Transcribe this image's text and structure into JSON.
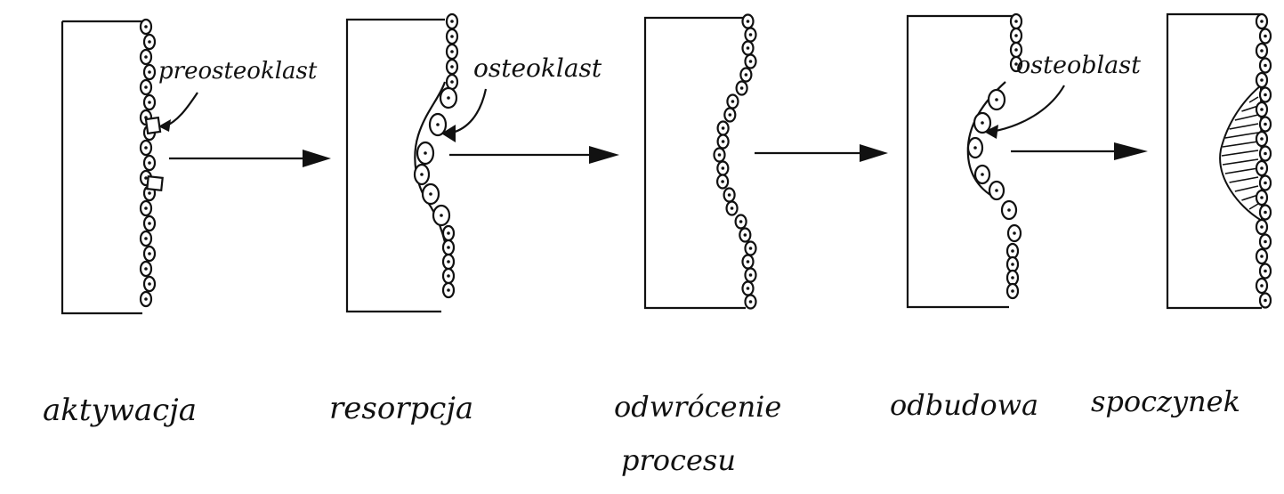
{
  "stages": [
    {
      "name": "aktywacja",
      "callout": "preosteoklast"
    },
    {
      "name": "resorpcja",
      "callout": "osteoklast"
    },
    {
      "name": "odwrócenie procesu",
      "callout": ""
    },
    {
      "name": "odbudowa",
      "callout": "osteoblast"
    },
    {
      "name": "spoczynek",
      "callout": ""
    }
  ],
  "colors": {
    "ink": "#111111",
    "paper": "#ffffff"
  }
}
